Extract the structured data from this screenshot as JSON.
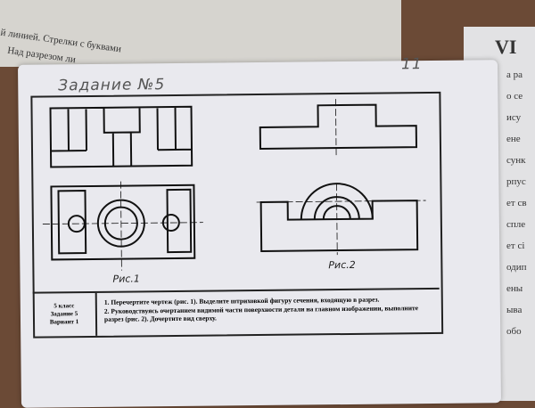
{
  "background": {
    "left_text_1": "й линией. Стрелки с буквами",
    "left_text_2": "Над разрезом ли",
    "right_heading": "VI",
    "right_snippets": [
      "а ра",
      "о се",
      "ису",
      "ене",
      "сунк",
      "рпус",
      "ет св",
      "спле",
      "ет сі",
      "одип",
      "ены",
      "ыва",
      "обо"
    ]
  },
  "sheet": {
    "title": "Задание №5",
    "page_number": "11",
    "fig1_caption": "Рис.1",
    "fig2_caption": "Рис.2",
    "meta": {
      "grade": "5 класс",
      "task": "Задание 5",
      "variant": "Вариант 1"
    },
    "instructions": [
      "1. Перечертите чертеж (рис. 1). Выделите штриховкой фигуру сечения, входящую в разрез.",
      "2. Руководствуясь очертанием видимой части поверхности детали на главном изображении, выполните разрез (рис. 2). Дочертите вид сверху."
    ]
  }
}
